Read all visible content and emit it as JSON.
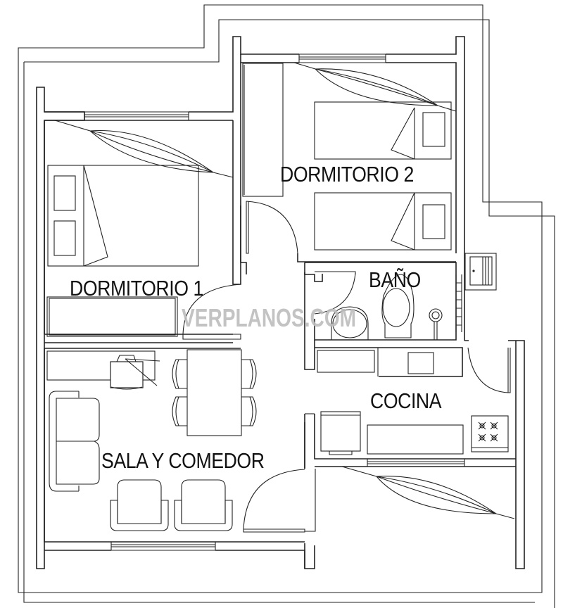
{
  "plan": {
    "rooms": {
      "dormitorio1": "DORMITORIO 1",
      "dormitorio2": "DORMITORIO 2",
      "bano": "BAÑO",
      "cocina": "COCINA",
      "sala": "SALA Y COMEDOR"
    },
    "watermark": "VERPLANOS.COM",
    "colors": {
      "line": "#222222",
      "watermark": "#bdbdbd",
      "background": "#ffffff"
    }
  }
}
